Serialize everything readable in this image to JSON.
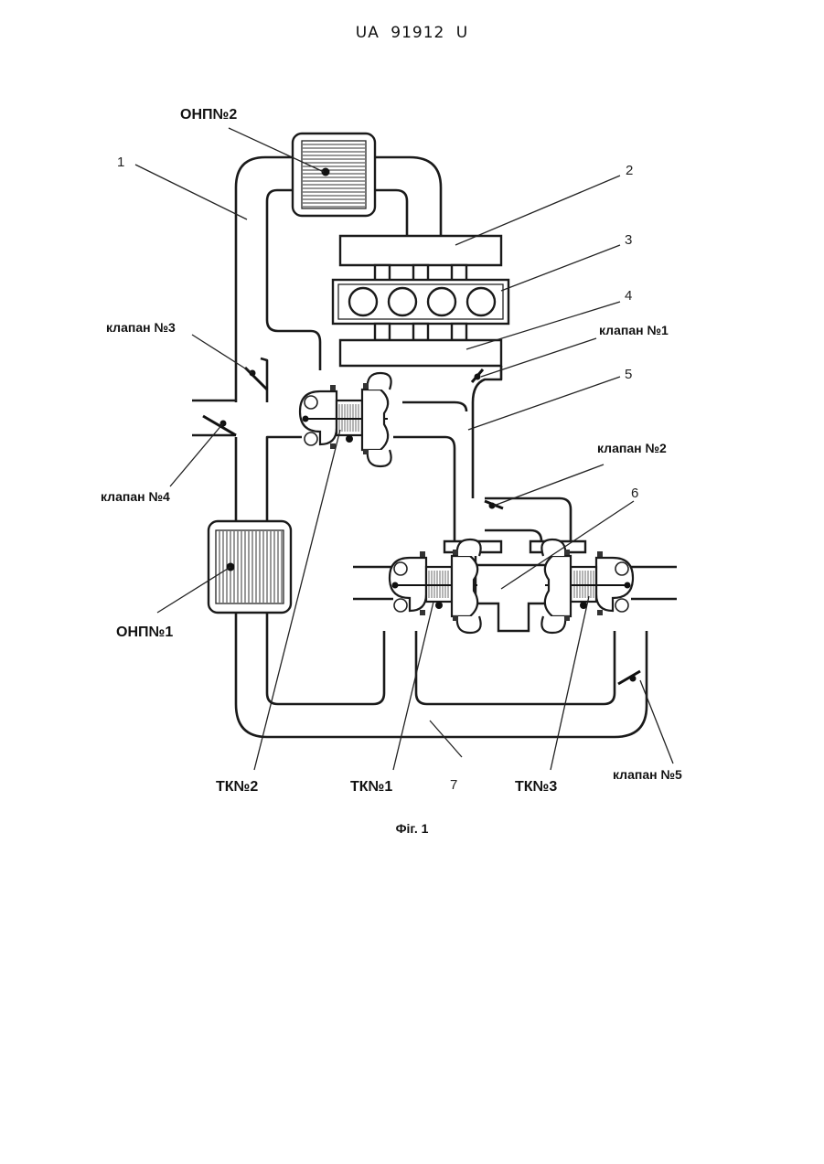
{
  "header": "UA 91912 U",
  "caption": "Фіг. 1",
  "labels": {
    "onp2": "ОНП№2",
    "onp1": "ОНП№1",
    "valve1": "клапан №1",
    "valve2": "клапан №2",
    "valve3": "клапан №3",
    "valve4": "клапан №4",
    "valve5": "клапан №5",
    "tk1": "ТК№1",
    "tk2": "ТК№2",
    "tk3": "ТК№3"
  },
  "numbers": [
    "1",
    "2",
    "3",
    "4",
    "5",
    "6",
    "7"
  ]
}
